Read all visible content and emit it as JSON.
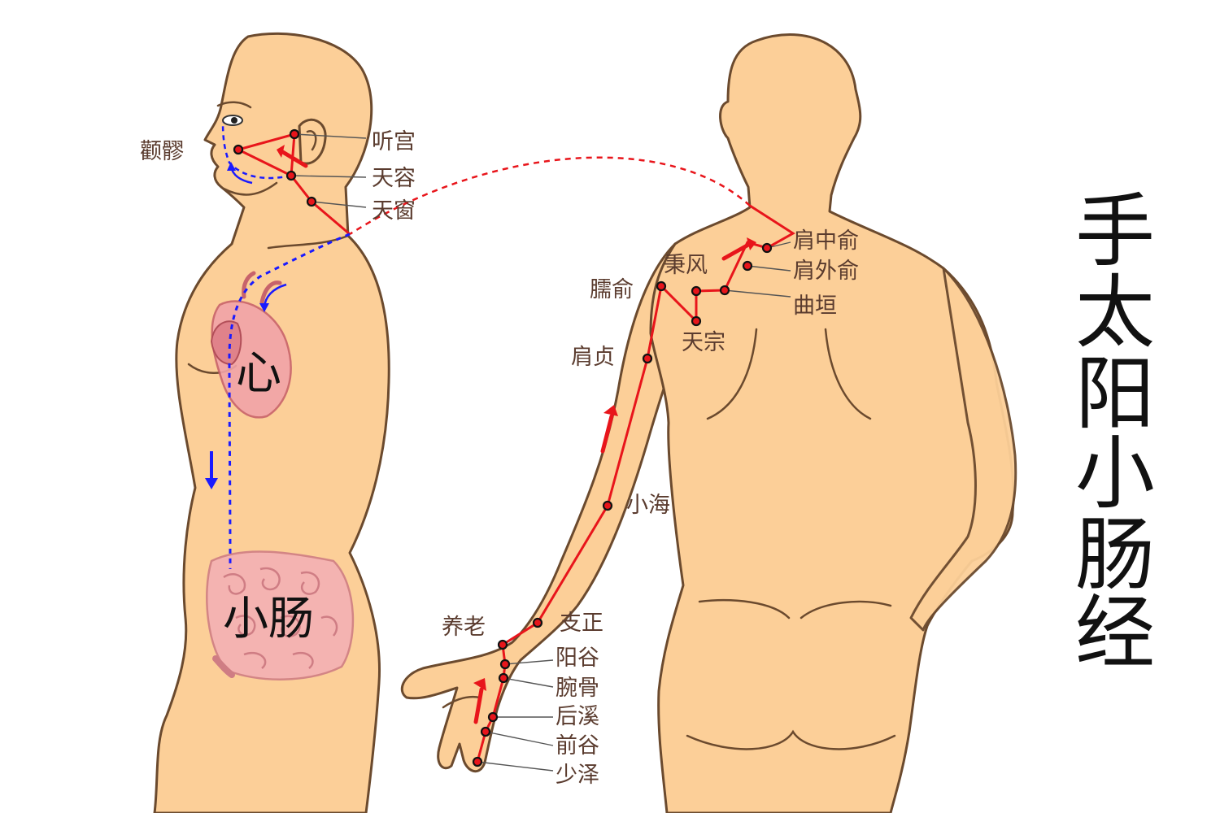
{
  "title": "手太阳小肠经",
  "organs": {
    "heart": "心",
    "small_intestine": "小肠"
  },
  "points": {
    "quanliao": "颧髎",
    "tinggong": "听宫",
    "tianrong": "天容",
    "tianchuang": "天窗",
    "jianzhongshu": "肩中俞",
    "jianwaishu": "肩外俞",
    "bingfeng": "秉风",
    "naoshu": "臑俞",
    "quyuan": "曲垣",
    "tianzong": "天宗",
    "jianzhen": "肩贞",
    "xiaohai": "小海",
    "yanglao": "养老",
    "zhizheng": "支正",
    "yanggu": "阳谷",
    "wangu": "腕骨",
    "houxi": "后溪",
    "qiangu": "前谷",
    "shaoze": "少泽"
  },
  "colors": {
    "skin": "#fccf98",
    "outline": "#6b4a2e",
    "meridian": "#e8151b",
    "internal_path": "#1a1aff",
    "organ_pink": "#f2a3a8"
  }
}
